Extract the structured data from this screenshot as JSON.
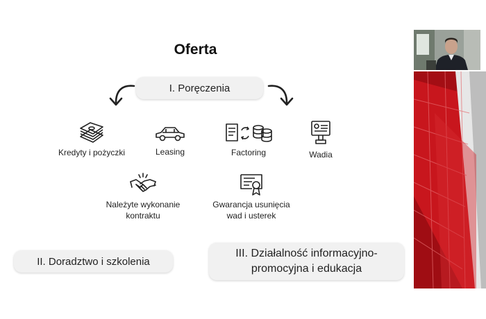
{
  "slide": {
    "title": "Oferta",
    "section1": {
      "label": "I. Poręczenia",
      "items": [
        {
          "label": "Kredyty i pożyczki",
          "icon": "banknotes-stack-icon"
        },
        {
          "label": "Leasing",
          "icon": "car-icon"
        },
        {
          "label": "Factoring",
          "icon": "invoice-exchange-coins-icon"
        },
        {
          "label": "Wadia",
          "icon": "certificate-card-icon"
        },
        {
          "label_line1": "Należyte wykonanie",
          "label_line2": "kontraktu",
          "icon": "handshake-icon"
        },
        {
          "label_line1": "Gwarancja usunięcia",
          "label_line2": "wad i usterek",
          "icon": "certificate-diploma-icon"
        }
      ]
    },
    "section2": {
      "label": "II. Doradztwo i szkolenia"
    },
    "section3": {
      "label_line1": "III. Działalność informacyjno-",
      "label_line2": "promocyjna i edukacja"
    }
  },
  "video": {
    "participant": "webcam-presenter"
  },
  "colors": {
    "accent_red": "#c8161d",
    "pill_bg": "#f1f1f1",
    "text": "#222222"
  }
}
